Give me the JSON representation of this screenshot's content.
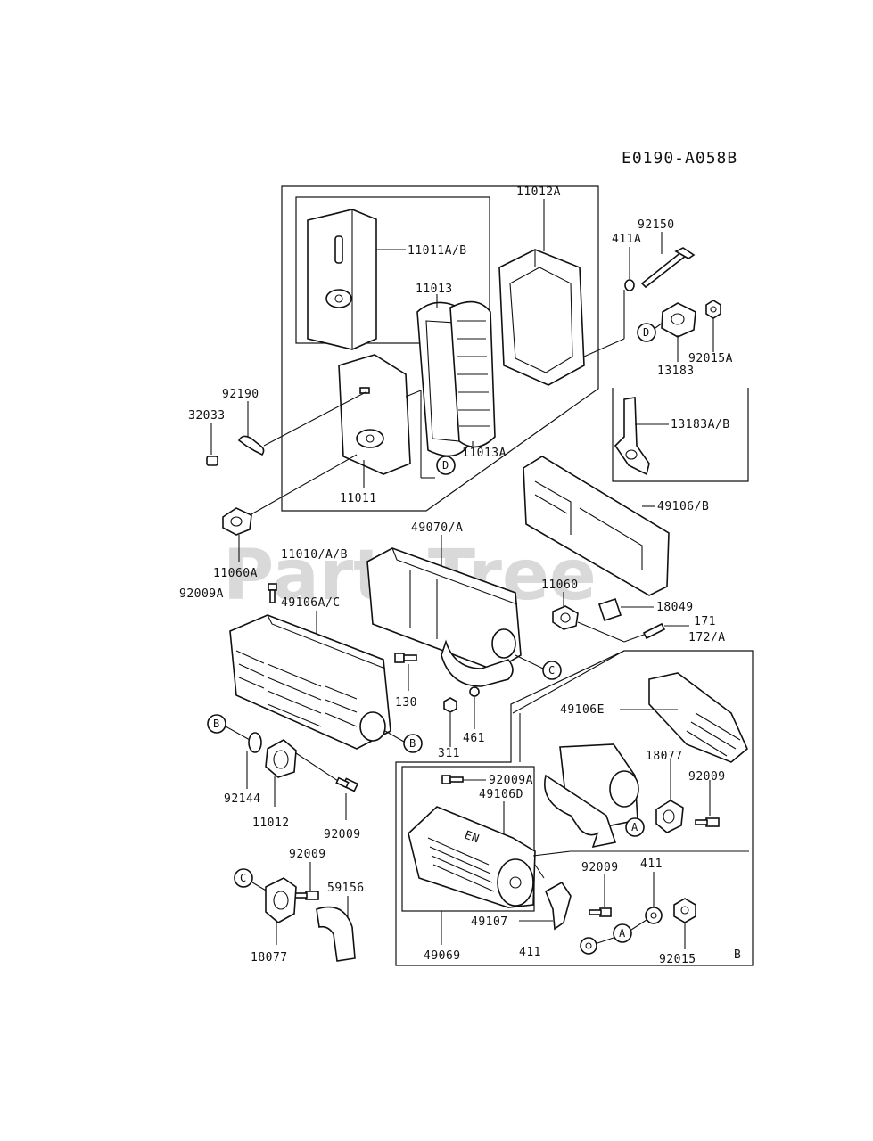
{
  "diagram_code": "E0190-A058B",
  "watermark": "PartsTree",
  "callouts": [
    "A",
    "B",
    "C",
    "D"
  ],
  "part_labels": {
    "p11011AB": "11011A/B",
    "p11012A": "11012A",
    "p11013": "11013",
    "p11013A": "11013A",
    "p11011": "11011",
    "p92150": "92150",
    "p411A": "411A",
    "p92015A": "92015A",
    "p13183": "13183",
    "p13183AB": "13183A/B",
    "p92190": "92190",
    "p32033": "32033",
    "p11060A": "11060A",
    "p11010AB": "11010/A/B",
    "p92009A_top": "92009A",
    "p49106AC": "49106A/C",
    "p49070A": "49070/A",
    "p49106B": "49106/B",
    "p11060": "11060",
    "p18049": "18049",
    "p171": "171",
    "p172A": "172/A",
    "p130": "130",
    "p461": "461",
    "p311": "311",
    "p92144": "92144",
    "p11012": "11012",
    "p92009_left": "92009",
    "p92009_c": "92009",
    "p59156": "59156",
    "p18077_left": "18077",
    "p49106E": "49106E",
    "p18077_right": "18077",
    "p92009_right": "92009",
    "p92009A_mid": "92009A",
    "p49106D": "49106D",
    "p92009_bottom": "92009",
    "p411_top": "411",
    "p49107": "49107",
    "p411_bottom": "411",
    "p49069": "49069",
    "p92015": "92015",
    "box_b_marker": "B"
  }
}
